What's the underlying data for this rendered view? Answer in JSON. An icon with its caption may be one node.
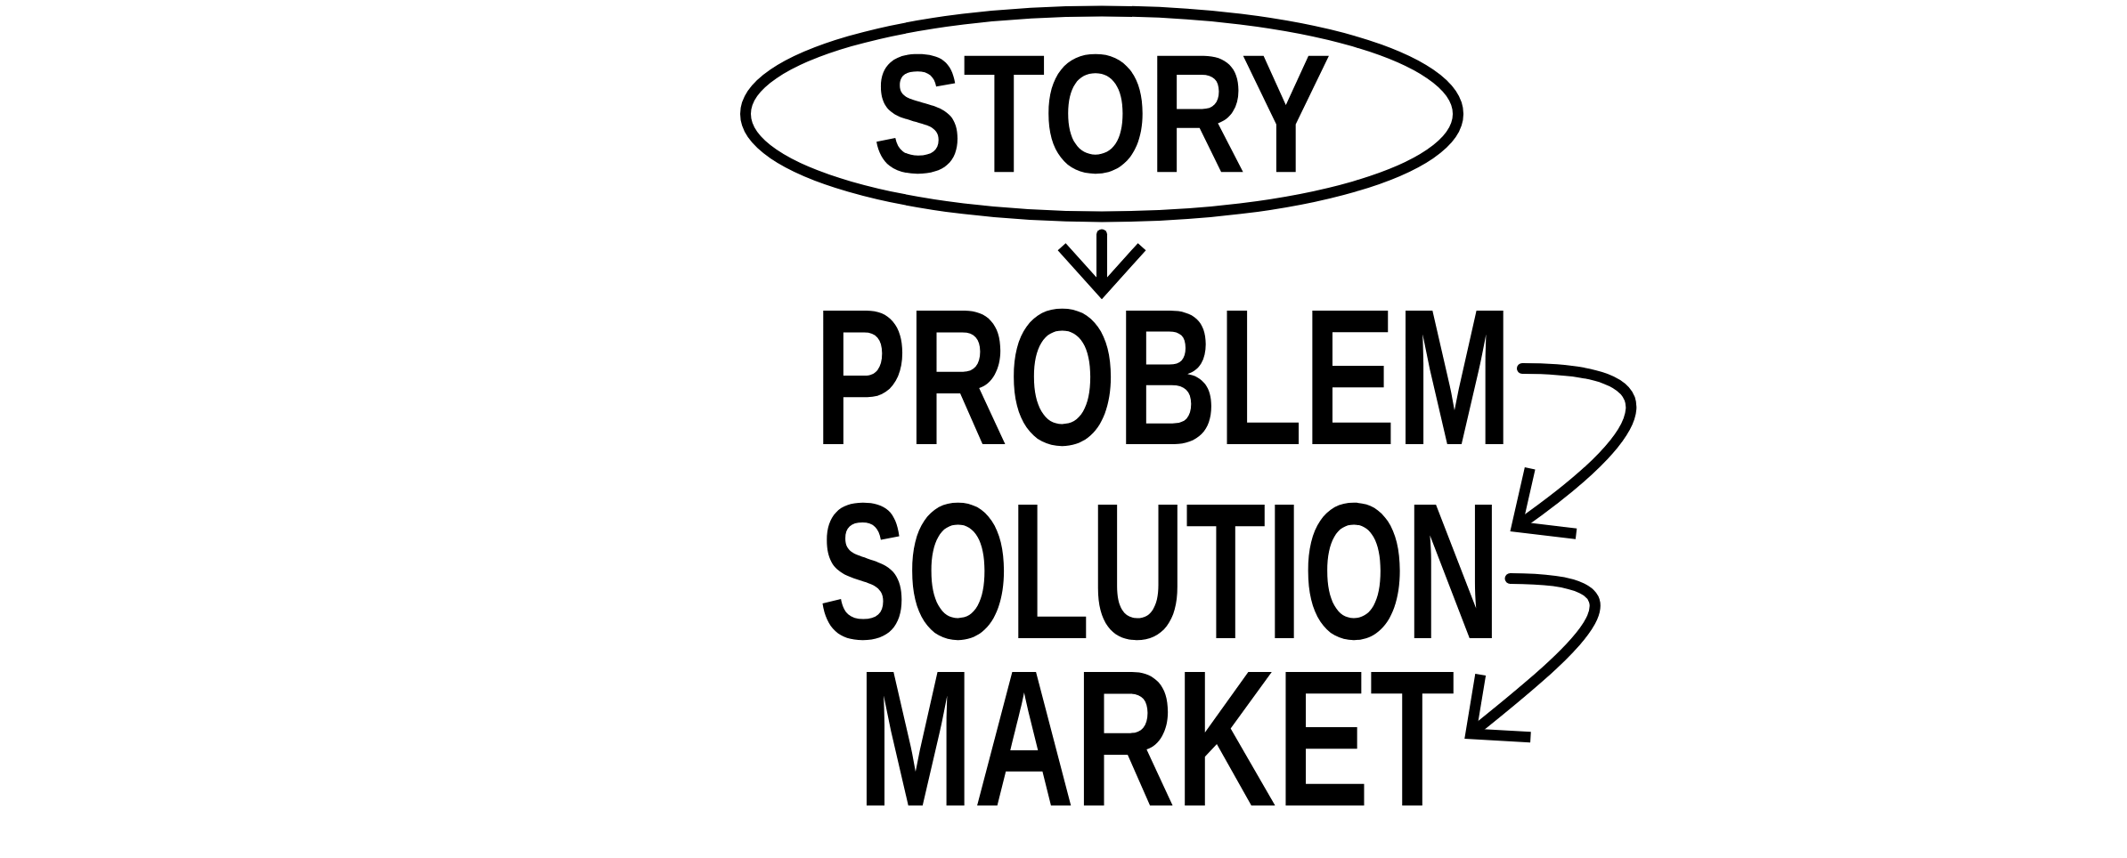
{
  "diagram": {
    "nodes": [
      {
        "text": [
          "STORY"
        ]
      },
      {
        "text": [
          "PROBLEM"
        ]
      },
      {
        "text": [
          "SOLUTION"
        ]
      },
      {
        "text": [
          "MARKET"
        ]
      }
    ],
    "edges": [
      {
        "from": 0,
        "to": 1,
        "arrow": "to"
      },
      {
        "from": 1,
        "to": 2,
        "arrow": "to"
      },
      {
        "from": 2,
        "to": 3,
        "arrow": "to"
      }
    ]
  }
}
